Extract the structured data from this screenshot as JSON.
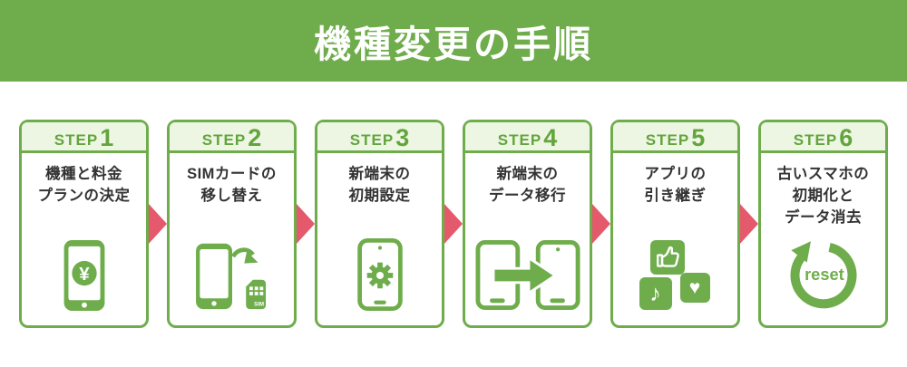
{
  "header": {
    "title": "機種変更の手順"
  },
  "step_label": "STEP",
  "steps": [
    {
      "number": "1",
      "lines": [
        "機種と料金",
        "プランの決定"
      ],
      "icon": "phone-yen-icon",
      "icon_text": "¥"
    },
    {
      "number": "2",
      "lines": [
        "SIMカードの",
        "移し替え"
      ],
      "icon": "sim-transfer-icon",
      "icon_text": "SIM"
    },
    {
      "number": "3",
      "lines": [
        "新端末の",
        "初期設定"
      ],
      "icon": "phone-setup-icon"
    },
    {
      "number": "4",
      "lines": [
        "新端末の",
        "データ移行"
      ],
      "icon": "data-transfer-icon"
    },
    {
      "number": "5",
      "lines": [
        "アプリの",
        "引き継ぎ"
      ],
      "icon": "app-handover-icon",
      "glyphs": {
        "note": "♪",
        "heart": "♥"
      }
    },
    {
      "number": "6",
      "lines": [
        "古いスマホの",
        "初期化と",
        "データ消去"
      ],
      "icon": "reset-icon",
      "icon_text": "reset"
    }
  ],
  "colors": {
    "green": "#6fad4c",
    "green_text": "#63a53c",
    "light_green": "#edf6e3",
    "arrow_red": "#e4596b",
    "text": "#333333"
  }
}
